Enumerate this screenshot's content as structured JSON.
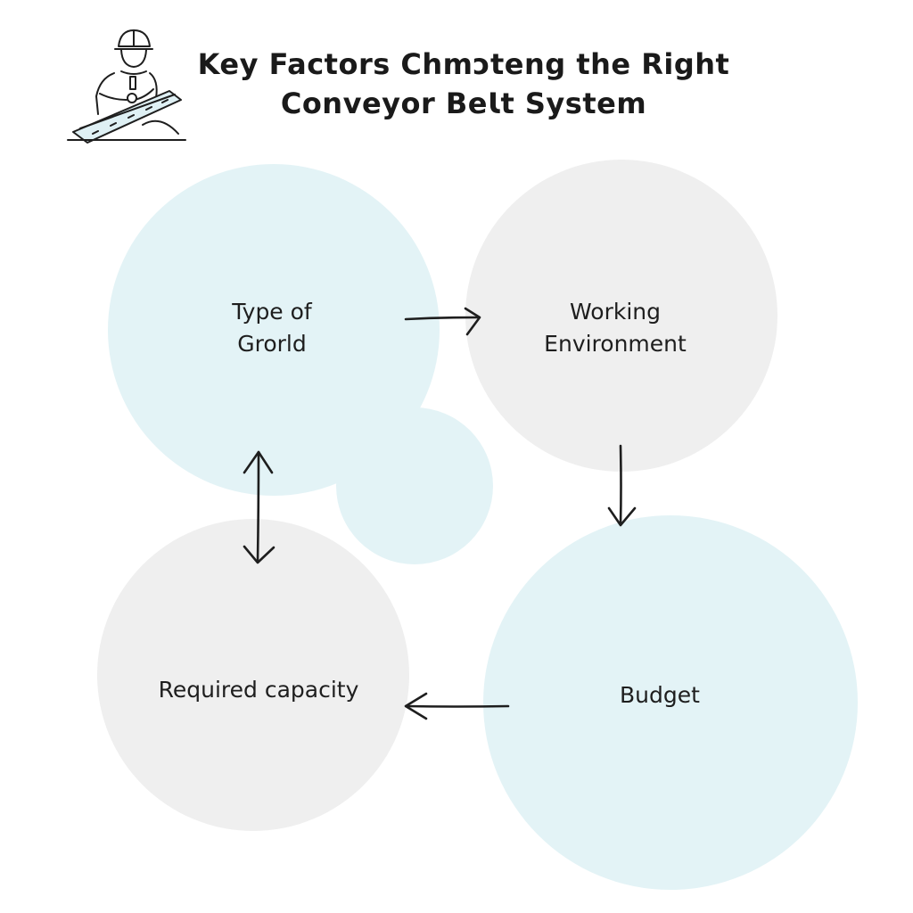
{
  "title": {
    "line1": "Key Factors Chmɔteng the Right",
    "line2": "Conveyor BeƖt System"
  },
  "nodes": {
    "type_of_ground": {
      "line1": "Type of",
      "line2": "Grorld",
      "fill": "#e3f3f6"
    },
    "working_environment": {
      "line1": "Working",
      "line2": "Environment",
      "fill": "#efefef"
    },
    "budget": {
      "line1": "Budget",
      "fill": "#e3f3f6"
    },
    "required_capacity": {
      "line1": "Required capacity",
      "fill": "#efefef"
    }
  },
  "icon": "worker-at-conveyor-icon",
  "colors": {
    "stroke": "#1e1e1e",
    "blue_fill": "#e3f3f6",
    "gray_fill": "#efefef"
  }
}
